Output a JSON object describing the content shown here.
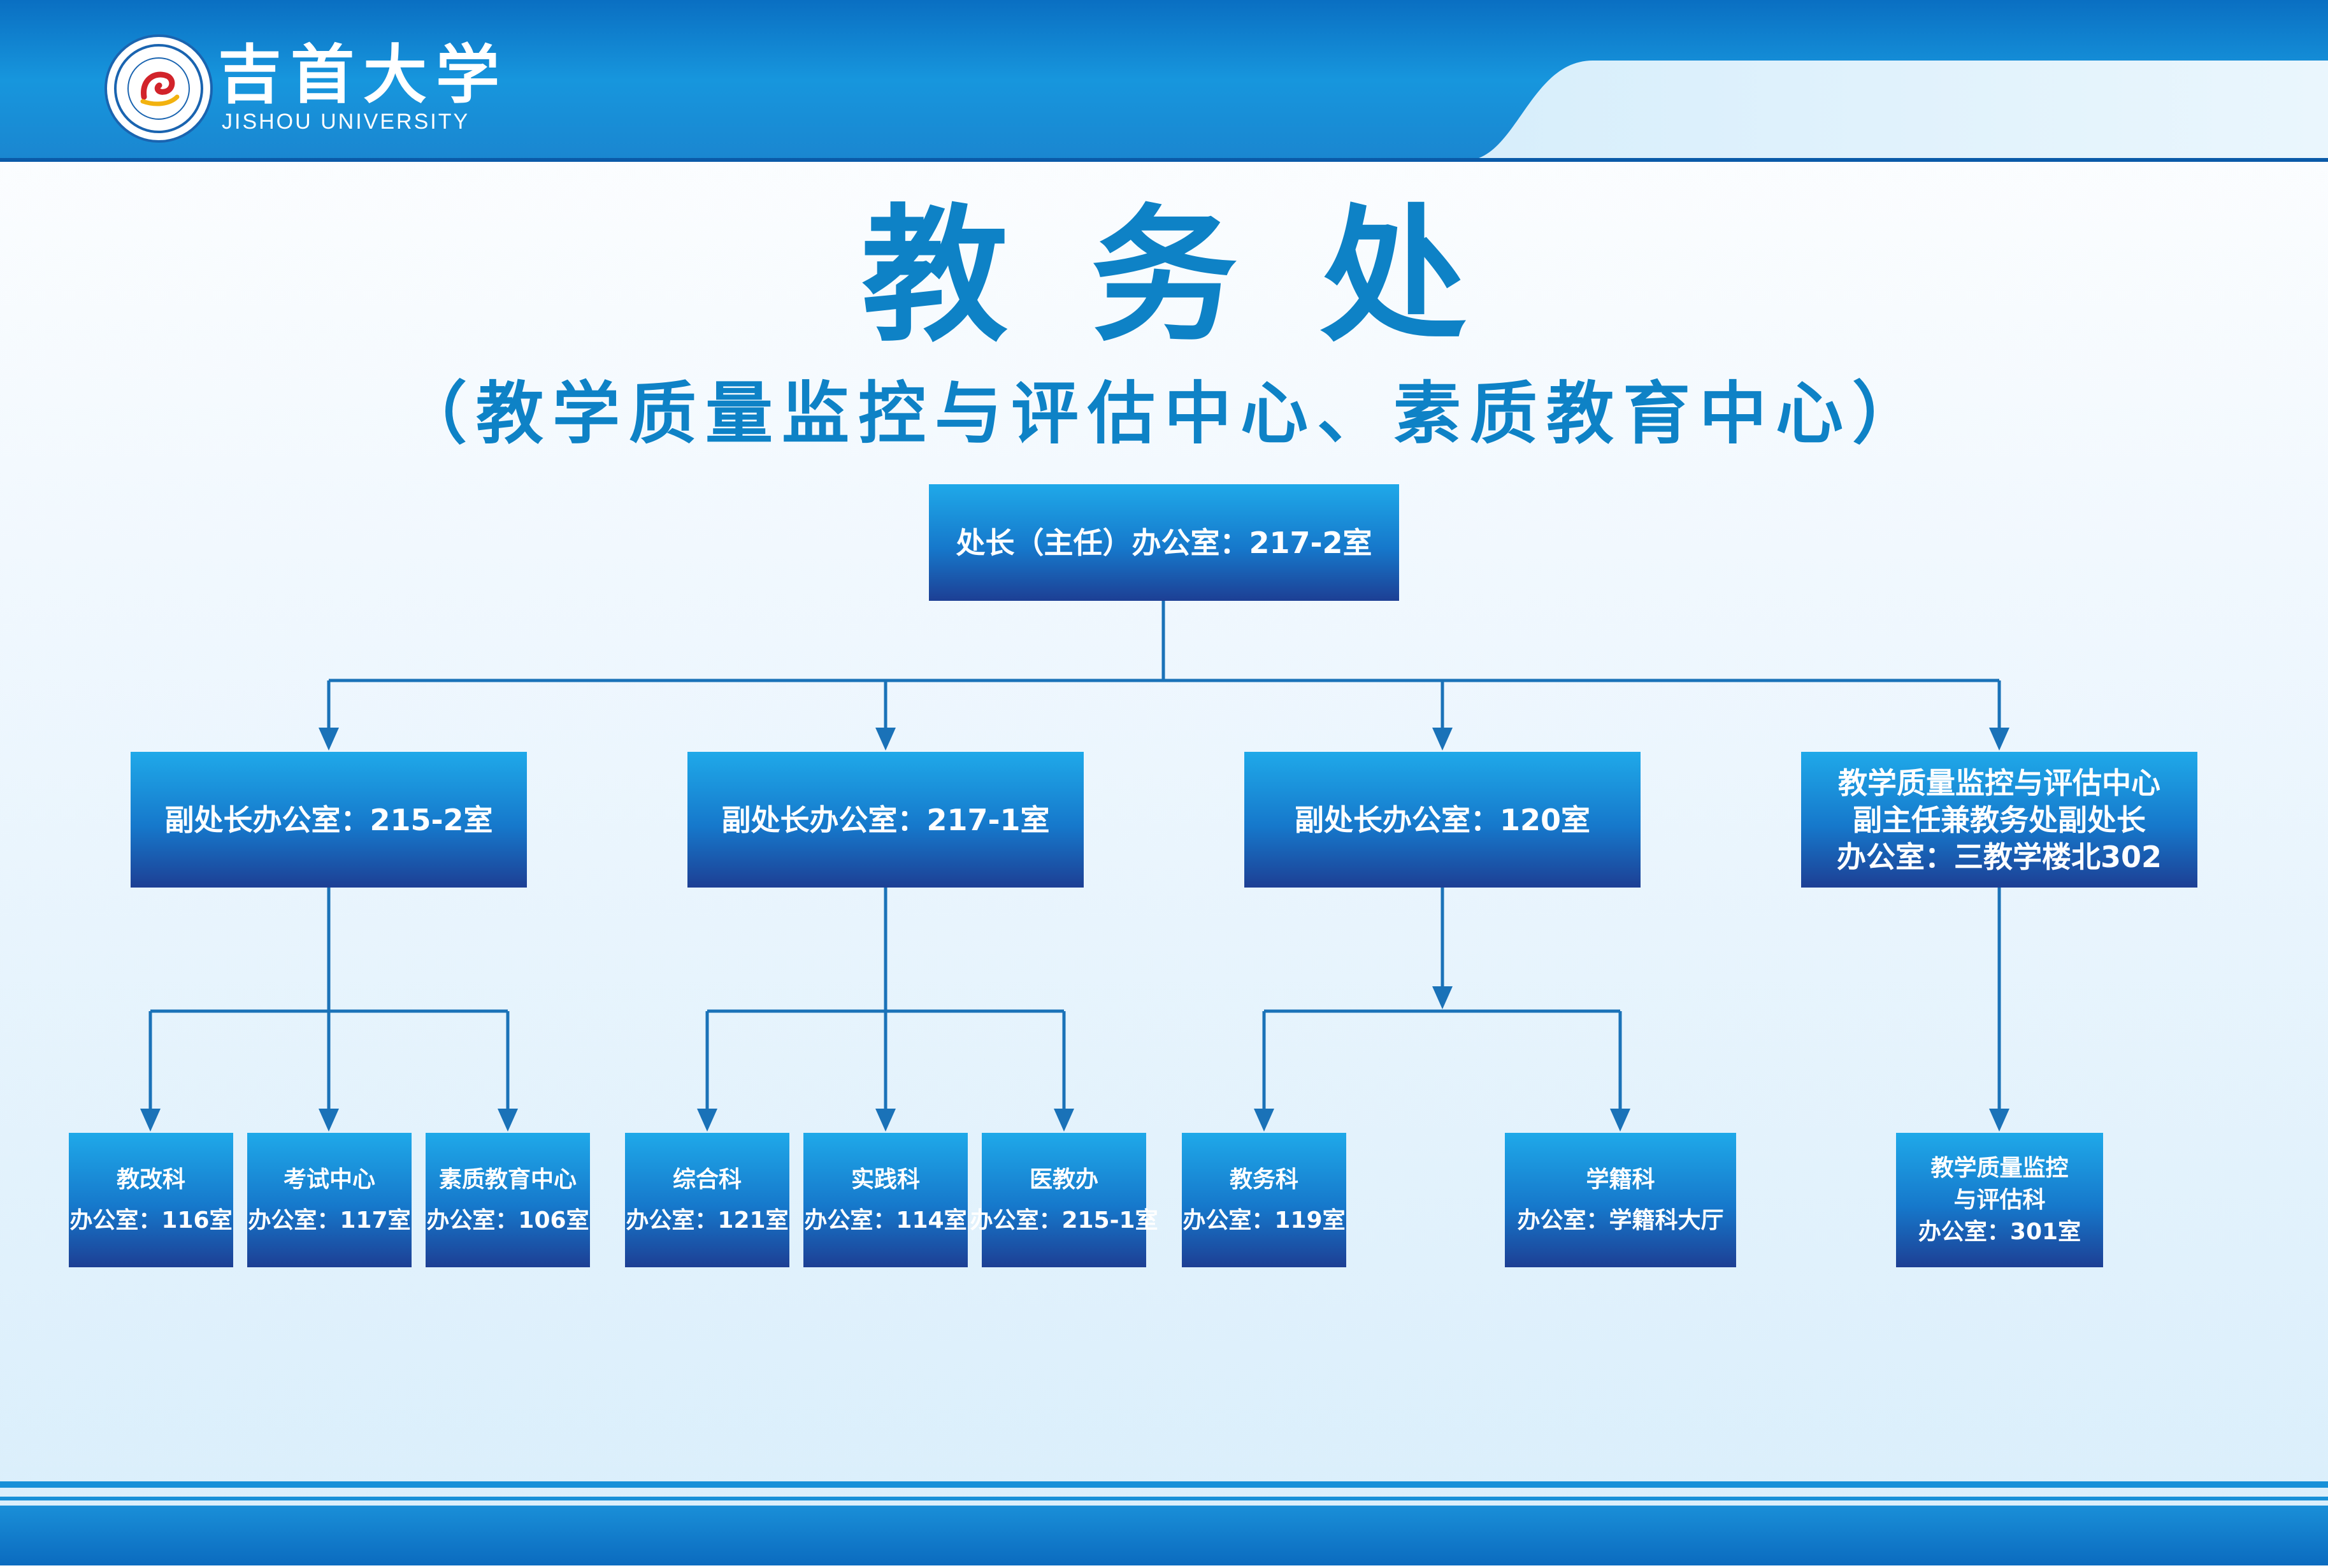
{
  "header": {
    "logo_cn": "吉首大学",
    "logo_en": "JISHOU UNIVERSITY"
  },
  "title": "教务处",
  "subtitle": "（教学质量监控与评估中心、素质教育中心）",
  "colors": {
    "primary_blue": "#0e82c6",
    "box_top": "#1fa9e9",
    "box_bottom": "#1d3f94",
    "connector": "#1a72b8"
  },
  "director": {
    "label": "处长（主任）办公室：217-2室"
  },
  "deputies": [
    {
      "lines": [
        "副处长办公室：215-2室"
      ]
    },
    {
      "lines": [
        "副处长办公室：217-1室"
      ]
    },
    {
      "lines": [
        "副处长办公室：120室"
      ]
    },
    {
      "lines": [
        "教学质量监控与评估中心",
        "副主任兼教务处副处长",
        "办公室：三教学楼北302"
      ]
    }
  ],
  "offices": [
    {
      "lines": [
        "教改科",
        "办公室：116室"
      ]
    },
    {
      "lines": [
        "考试中心",
        "办公室：117室"
      ]
    },
    {
      "lines": [
        "素质教育中心",
        "办公室：106室"
      ]
    },
    {
      "lines": [
        "综合科",
        "办公室：121室"
      ]
    },
    {
      "lines": [
        "实践科",
        "办公室：114室"
      ]
    },
    {
      "lines": [
        "医教办",
        "办公室：215-1室"
      ]
    },
    {
      "lines": [
        "教务科",
        "办公室：119室"
      ]
    },
    {
      "lines": [
        "学籍科",
        "办公室：学籍科大厅"
      ]
    },
    {
      "lines": [
        "教学质量监控",
        "与评估科",
        "办公室：301室"
      ]
    }
  ]
}
